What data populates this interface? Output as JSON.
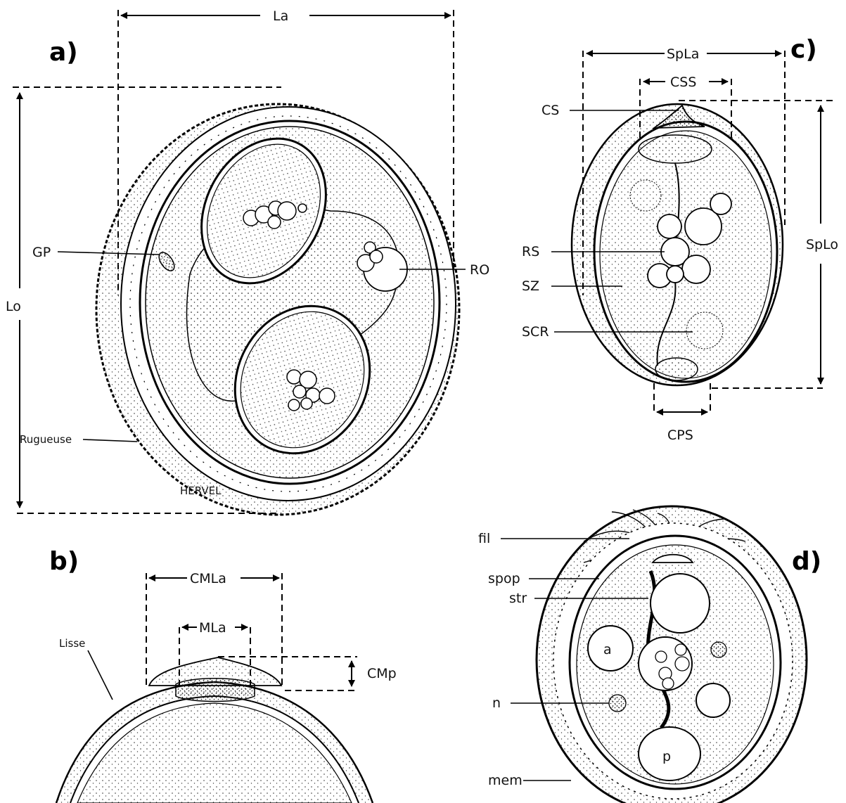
{
  "panels": {
    "a": "a)",
    "b": "b)",
    "c": "c)",
    "d": "d)"
  },
  "panel_a": {
    "La": "La",
    "Lo": "Lo",
    "GP": "GP",
    "RO": "RO",
    "Rugueuse": "Rugueuse",
    "signature": "HERVEL"
  },
  "panel_b": {
    "CMLa": "CMLa",
    "MLa": "MLa",
    "CMp": "CMp",
    "Lisse": "Lisse"
  },
  "panel_c": {
    "SpLa": "SpLa",
    "CSS": "CSS",
    "CS": "CS",
    "SpLo": "SpLo",
    "RS": "RS",
    "SZ": "SZ",
    "SCR": "SCR",
    "CPS": "CPS"
  },
  "panel_d": {
    "fil": "fil",
    "spop": "spop",
    "str": "str",
    "n": "n",
    "mem": "mem",
    "a": "a",
    "p": "p"
  }
}
